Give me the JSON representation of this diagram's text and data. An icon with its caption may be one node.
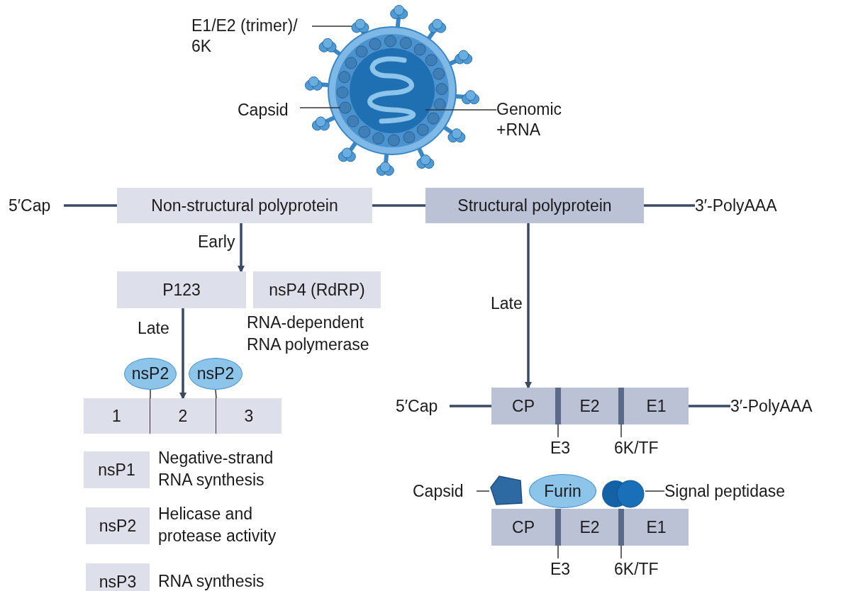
{
  "diagram": {
    "nodes": [
      {
        "text": [
          "E1/E2 (trimer)/ 6K"
        ]
      },
      {
        "text": [
          "Capsid"
        ]
      },
      {
        "text": [
          "Genomic +RNA"
        ]
      },
      {
        "text": [
          "5′Cap"
        ]
      },
      {
        "text": [
          "Non-structural polyprotein"
        ]
      },
      {
        "text": [
          "Structural polyprotein"
        ]
      },
      {
        "text": [
          "3′-PolyAAA"
        ]
      },
      {
        "text": [
          "P123"
        ]
      },
      {
        "text": [
          "nsP4 (RdRP)"
        ],
        "beside": [
          "RNA-dependent RNA polymerase"
        ]
      },
      {
        "text": [
          "nsP2"
        ]
      },
      {
        "text": [
          "nsP2"
        ]
      },
      {
        "text": [
          "1"
        ]
      },
      {
        "text": [
          "2"
        ]
      },
      {
        "text": [
          "3"
        ]
      },
      {
        "text": [
          "nsP1"
        ],
        "beside": [
          "Negative-strand RNA synthesis"
        ]
      },
      {
        "text": [
          "nsP2"
        ],
        "beside": [
          "Helicase and protease activity"
        ]
      },
      {
        "text": [
          "nsP3"
        ],
        "beside": [
          "RNA synthesis"
        ]
      },
      {
        "text": [
          "5′Cap"
        ]
      },
      {
        "text": [
          "CP"
        ]
      },
      {
        "text": [
          "E2"
        ]
      },
      {
        "text": [
          "E1"
        ]
      },
      {
        "text": [
          "3′-PolyAAA"
        ]
      },
      {
        "text": [
          "E3"
        ]
      },
      {
        "text": [
          "6K/TF"
        ]
      },
      {
        "text": [
          "Capsid"
        ]
      },
      {
        "text": [],
        "shape": "pentagon"
      },
      {
        "text": [
          "Furin"
        ]
      },
      {
        "text": [],
        "shape": "circle"
      },
      {
        "text": [
          "Signal peptidase"
        ]
      },
      {
        "text": [
          "CP"
        ]
      },
      {
        "text": [
          "E2"
        ]
      },
      {
        "text": [
          "E1"
        ]
      },
      {
        "text": [
          "E3"
        ]
      },
      {
        "text": [
          "6K/TF"
        ]
      },
      {
        "text": [],
        "shape": "bar"
      },
      {
        "text": [],
        "shape": "bar"
      },
      {
        "text": [],
        "shape": "bar"
      },
      {
        "text": [],
        "shape": "bar"
      },
      {
        "text": [],
        "shape": "picture"
      },
      {
        "text": [],
        "shape": "circle"
      },
      {
        "text": [],
        "shape": "picture"
      }
    ],
    "edges": [
      {
        "from": 0,
        "to": 38,
        "arrow": "none"
      },
      {
        "from": 1,
        "to": 39,
        "arrow": "none"
      },
      {
        "from": 2,
        "to": 40,
        "arrow": "none"
      },
      {
        "from": 3,
        "to": 4,
        "arrow": "none",
        "style": "thick"
      },
      {
        "from": 4,
        "to": 5,
        "arrow": "none",
        "style": "thick"
      },
      {
        "from": 5,
        "to": 6,
        "arrow": "none",
        "style": "thick"
      },
      {
        "from": 4,
        "to": 7,
        "arrow": "to",
        "label": "Early",
        "style": "thick"
      },
      {
        "from": 7,
        "to": 12,
        "arrow": "to",
        "label": "Late",
        "style": "thick"
      },
      {
        "from": 5,
        "to": 18,
        "arrow": "to",
        "label": "Late",
        "style": "thick"
      },
      {
        "from": 9,
        "to": 12,
        "arrow": "none"
      },
      {
        "from": 10,
        "to": 13,
        "arrow": "none"
      },
      {
        "from": 17,
        "to": 18,
        "arrow": "none",
        "style": "thick"
      },
      {
        "from": 20,
        "to": 21,
        "arrow": "none",
        "style": "thick"
      },
      {
        "from": 22,
        "to": 34,
        "arrow": "none"
      },
      {
        "from": 23,
        "to": 35,
        "arrow": "none"
      },
      {
        "from": 24,
        "to": 25,
        "arrow": "none"
      },
      {
        "from": 28,
        "to": 27,
        "arrow": "none"
      },
      {
        "from": 32,
        "to": 36,
        "arrow": "none"
      },
      {
        "from": 33,
        "to": 37,
        "arrow": "none"
      }
    ]
  }
}
